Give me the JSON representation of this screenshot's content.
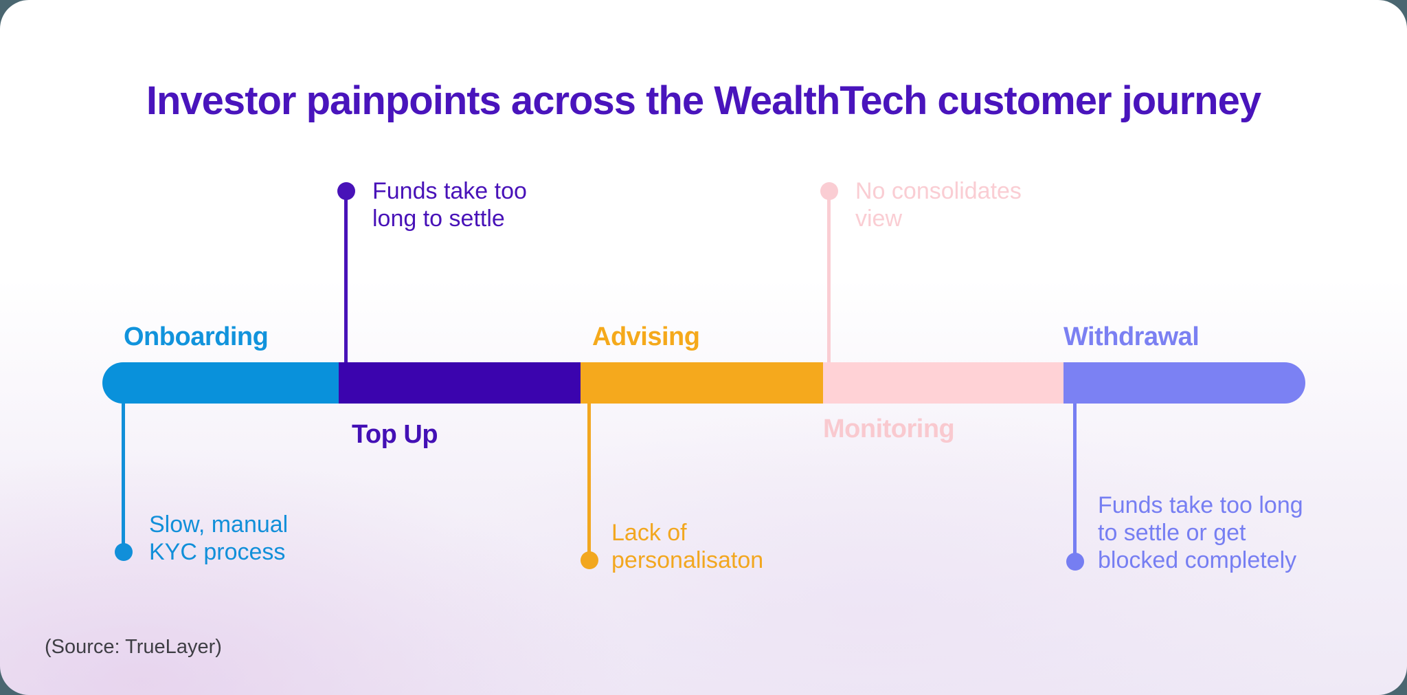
{
  "title": "Investor painpoints across the WealthTech customer journey",
  "source": "(Source: TrueLayer)",
  "colors": {
    "title": "#4914bc",
    "source_text": "#3e3e44",
    "outside_background": "#4a6670",
    "card_background_top": "#ffffff",
    "card_background_bottom": "#efe9f6"
  },
  "timeline": {
    "type": "customer-journey-timeline",
    "stages": [
      {
        "label": "Onboarding",
        "segment_color": "#0991db",
        "label_color": "#1193dc",
        "label_position": "above",
        "painpoint": {
          "text": "Slow, manual\nKYC process",
          "position": "below",
          "color": "#118fd9"
        }
      },
      {
        "label": "Top Up",
        "segment_color": "#3b04ae",
        "label_color": "#4310b5",
        "label_position": "below",
        "painpoint": {
          "text": "Funds take too\nlong to settle",
          "position": "above",
          "color": "#4812b8"
        }
      },
      {
        "label": "Advising",
        "segment_color": "#f5a91d",
        "label_color": "#f5a91b",
        "label_position": "above",
        "painpoint": {
          "text": "Lack of\npersonalisaton",
          "position": "below",
          "color": "#f2a71f"
        }
      },
      {
        "label": "Monitoring",
        "segment_color": "#ffd2d6",
        "label_color": "#f9c9cf",
        "label_position": "below",
        "painpoint": {
          "text": "No consolidates\nview",
          "position": "above",
          "color": "#facdd3"
        }
      },
      {
        "label": "Withdrawal",
        "segment_color": "#7b81f3",
        "label_color": "#7b80f2",
        "label_position": "above",
        "painpoint": {
          "text": "Funds take too long\nto settle or get\nblocked completely",
          "position": "below",
          "color": "#767ef2"
        }
      }
    ]
  }
}
